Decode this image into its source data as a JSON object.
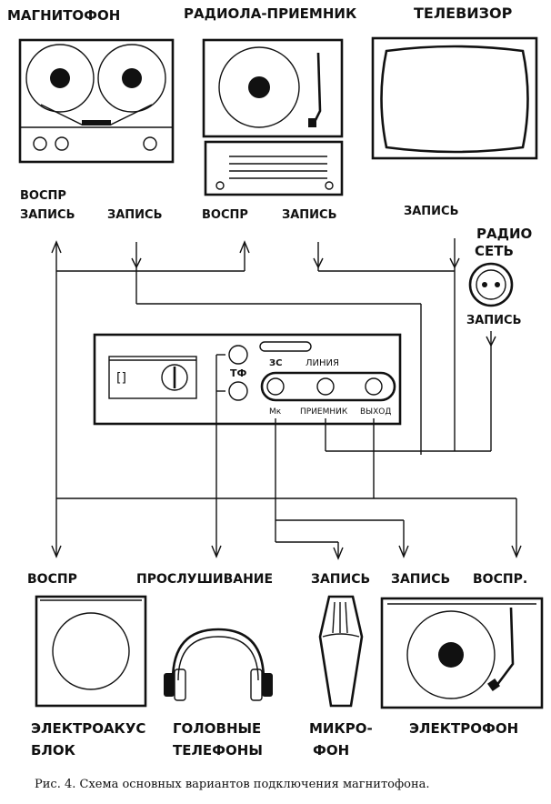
{
  "devices": {
    "tape_recorder": "МАГНИТОФОН",
    "radiogram": "РАДИОЛА-ПРИЕМНИК",
    "tv": "ТЕЛЕВИЗОР",
    "radio_net_line1": "РАДИО",
    "radio_net_line2": "СЕТЬ",
    "speaker_line1": "ЭЛЕКТРОАКУС",
    "speaker_line2": "БЛОК",
    "headphones_line1": "ГОЛОВНЫЕ",
    "headphones_line2": "ТЕЛЕФОНЫ",
    "mic_line1": "МИКРО-",
    "mic_line2": "ФОН",
    "turntable": "ЭЛЕКТРОФОН"
  },
  "connections": {
    "tr_play": "ВОСПР",
    "tr_rec": "ЗАПИСЬ",
    "rec": "ЗАПИСЬ",
    "radiogram_play": "ВОСПР",
    "radiogram_rec": "ЗАПИСЬ",
    "tv_rec": "ЗАПИСЬ",
    "radio_net_rec": "ЗАПИСЬ",
    "speaker_play": "ВОСПР",
    "monitoring": "ПРОСЛУШИВАНИЕ",
    "mic_rec": "ЗАПИСЬ",
    "receiver_rec": "ЗАПИСЬ",
    "turntable_play": "ВОСПР."
  },
  "panel": {
    "tf": "ТФ",
    "zs": "ЗС",
    "line": "ЛИНИЯ",
    "mic": "Мк",
    "receiver": "ПРИЕМНИК",
    "output": "ВЫХОД"
  },
  "caption": "Рис. 4. Схема основных вариантов подключения магнитофона."
}
